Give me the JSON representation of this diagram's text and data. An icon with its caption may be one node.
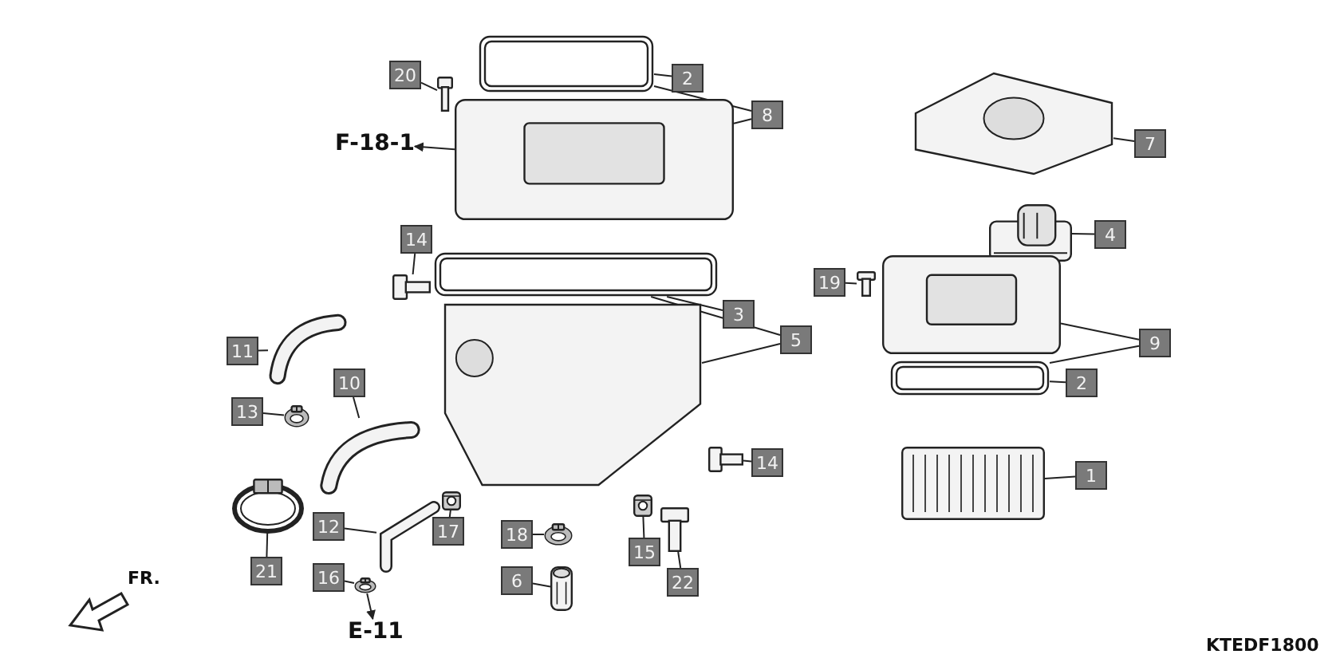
{
  "diagram": {
    "nodes": [
      {
        "text": [
          "20"
        ]
      },
      {
        "text": [
          "2"
        ]
      },
      {
        "text": [
          "8"
        ]
      },
      {
        "text": [
          "F-18-1"
        ]
      },
      {
        "text": [
          "7"
        ]
      },
      {
        "text": [
          "14"
        ]
      },
      {
        "text": [
          "4"
        ]
      },
      {
        "text": [
          "19"
        ]
      },
      {
        "text": [
          "3"
        ]
      },
      {
        "text": [
          "5"
        ]
      },
      {
        "text": [
          "9"
        ]
      },
      {
        "text": [
          "11"
        ]
      },
      {
        "text": [
          "2"
        ]
      },
      {
        "text": [
          "10"
        ]
      },
      {
        "text": [
          "13"
        ]
      },
      {
        "text": [
          "14"
        ]
      },
      {
        "text": [
          "1"
        ]
      },
      {
        "text": [
          "12"
        ]
      },
      {
        "text": [
          "17"
        ]
      },
      {
        "text": [
          "18"
        ]
      },
      {
        "text": [
          "15"
        ]
      },
      {
        "text": [
          "21"
        ]
      },
      {
        "text": [
          "16"
        ]
      },
      {
        "text": [
          "6"
        ]
      },
      {
        "text": [
          "22"
        ]
      },
      {
        "text": [
          "E-11"
        ]
      },
      {
        "text": [],
        "shape": "picture"
      },
      {
        "text": [],
        "shape": "picture"
      },
      {
        "text": [],
        "shape": "picture"
      },
      {
        "text": [],
        "shape": "picture"
      },
      {
        "text": [],
        "shape": "picture"
      },
      {
        "text": [],
        "shape": "picture"
      },
      {
        "text": [],
        "shape": "picture"
      },
      {
        "text": [],
        "shape": "picture"
      },
      {
        "text": [],
        "shape": "picture"
      },
      {
        "text": [],
        "shape": "picture"
      },
      {
        "text": [],
        "shape": "picture"
      },
      {
        "text": [],
        "shape": "picture"
      },
      {
        "text": [],
        "shape": "picture"
      },
      {
        "text": [],
        "shape": "picture"
      },
      {
        "text": [],
        "shape": "picture"
      },
      {
        "text": [],
        "shape": "picture"
      },
      {
        "text": [],
        "shape": "picture"
      },
      {
        "text": [],
        "shape": "picture"
      },
      {
        "text": [],
        "shape": "picture"
      },
      {
        "text": [],
        "shape": "picture"
      },
      {
        "text": [],
        "shape": "picture"
      },
      {
        "text": [],
        "shape": "picture"
      },
      {
        "text": [],
        "shape": "picture"
      },
      {
        "text": [],
        "shape": "picture"
      }
    ],
    "edges": [
      {
        "from": 0,
        "to": 26,
        "arrow": "none"
      },
      {
        "from": 1,
        "to": 27,
        "arrow": "none"
      },
      {
        "from": 2,
        "to": 27,
        "arrow": "none"
      },
      {
        "from": 2,
        "to": 28,
        "arrow": "none"
      },
      {
        "from": 28,
        "to": 3,
        "arrow": "to"
      },
      {
        "from": 4,
        "to": 29,
        "arrow": "none"
      },
      {
        "from": 5,
        "to": 30,
        "arrow": "none"
      },
      {
        "from": 6,
        "to": 31,
        "arrow": "none"
      },
      {
        "from": 7,
        "to": 32,
        "arrow": "none"
      },
      {
        "from": 8,
        "to": 33,
        "arrow": "none"
      },
      {
        "from": 9,
        "to": 33,
        "arrow": "none"
      },
      {
        "from": 9,
        "to": 34,
        "arrow": "none"
      },
      {
        "from": 10,
        "to": 35,
        "arrow": "none"
      },
      {
        "from": 10,
        "to": 36,
        "arrow": "none"
      },
      {
        "from": 12,
        "to": 36,
        "arrow": "none"
      },
      {
        "from": 11,
        "to": 37,
        "arrow": "none"
      },
      {
        "from": 13,
        "to": 38,
        "arrow": "none"
      },
      {
        "from": 14,
        "to": 39,
        "arrow": "none"
      },
      {
        "from": 15,
        "to": 40,
        "arrow": "none"
      },
      {
        "from": 16,
        "to": 41,
        "arrow": "none"
      },
      {
        "from": 17,
        "to": 42,
        "arrow": "none"
      },
      {
        "from": 18,
        "to": 43,
        "arrow": "none"
      },
      {
        "from": 19,
        "to": 44,
        "arrow": "none"
      },
      {
        "from": 20,
        "to": 45,
        "arrow": "none"
      },
      {
        "from": 21,
        "to": 46,
        "arrow": "none"
      },
      {
        "from": 22,
        "to": 47,
        "arrow": "none"
      },
      {
        "from": 23,
        "to": 48,
        "arrow": "none"
      },
      {
        "from": 24,
        "to": 49,
        "arrow": "none"
      },
      {
        "from": 47,
        "to": 25,
        "arrow": "to"
      }
    ],
    "labels": [
      "FR.",
      "KTEDF1800"
    ]
  }
}
